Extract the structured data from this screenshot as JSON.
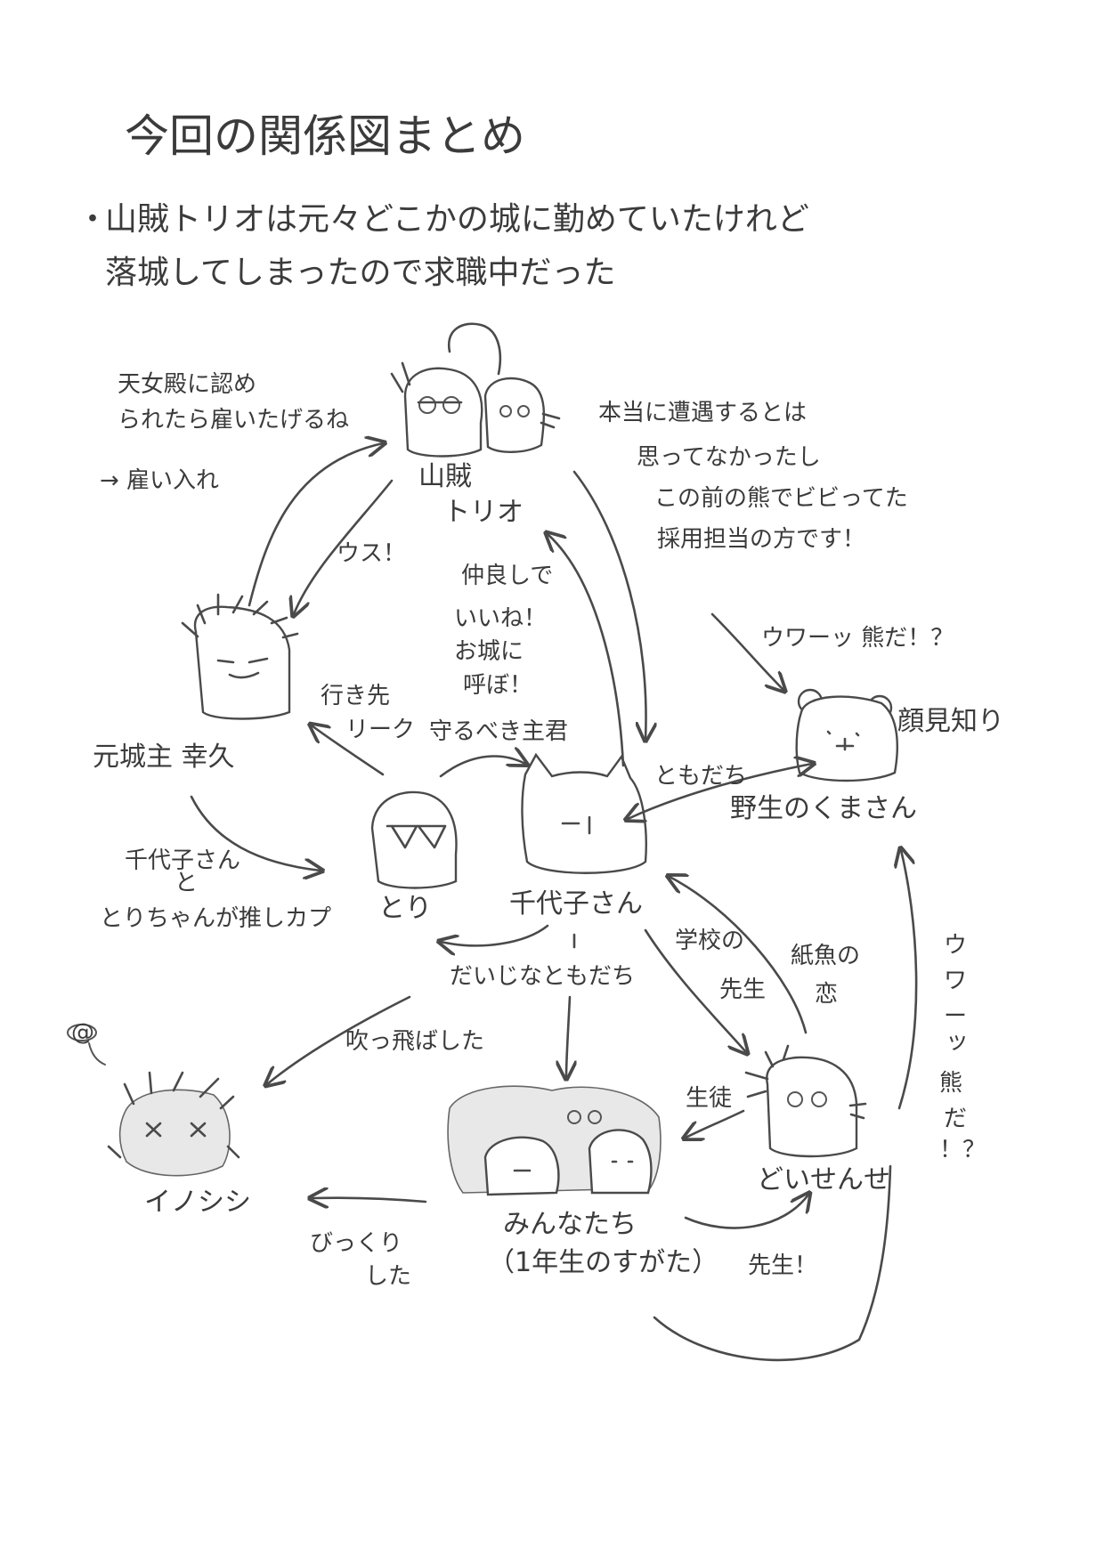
{
  "title": "今回の関係図まとめ",
  "lead": {
    "bullet": "・",
    "line1": "山賊トリオは元々どこかの城に勤めていたけれど",
    "line2": "落城してしまったので求職中だった"
  },
  "characters": {
    "bandits": "山賊\nトリオ",
    "former_lord": "元城主 幸久",
    "tori": "とり",
    "chiyoko": "千代子さん",
    "bear": "野生のくまさん",
    "teacher": "どいせんせ",
    "everyone": "みんなたち\n（1年生のすがた）",
    "inosan": "イノシシ"
  },
  "notes": {
    "hire_left": "天女殿に認め\nられたら雇いたげるね",
    "hire_arrow": "→ 雇い入れ",
    "usu": "ウス！",
    "no_encounter": "本当に遭遇するとは\n思ってなかったし\nこの前の熊でビビってた\n採用担当の方です！",
    "bear_shout_top": "ウワーッ 熊だ！？",
    "acquaintance": "顔見知り",
    "friend": "ともだち",
    "nakayoshi": "仲良しで\nいいね！\nお城に\n呼ぼ！",
    "destination": "行き先\nリーク",
    "protect": "守るべき主君",
    "ship": "千代子さん\nと\nとりちゃんが推しカプ",
    "important_friend": "だいじなともだち",
    "school_teacher": "学校の\n先生",
    "friend_of_wizard": "紙魚の\n恋",
    "blown_away": "吹っ飛ばした",
    "student": "生徒",
    "bear_shout_side": "ウワーッ\n熊だ\n！？",
    "surprised": "びっくり\nした",
    "sensei": "先生！",
    "dizzy": "@"
  },
  "colors": {
    "ink": "#3b3b3b",
    "paper": "#ffffff"
  }
}
